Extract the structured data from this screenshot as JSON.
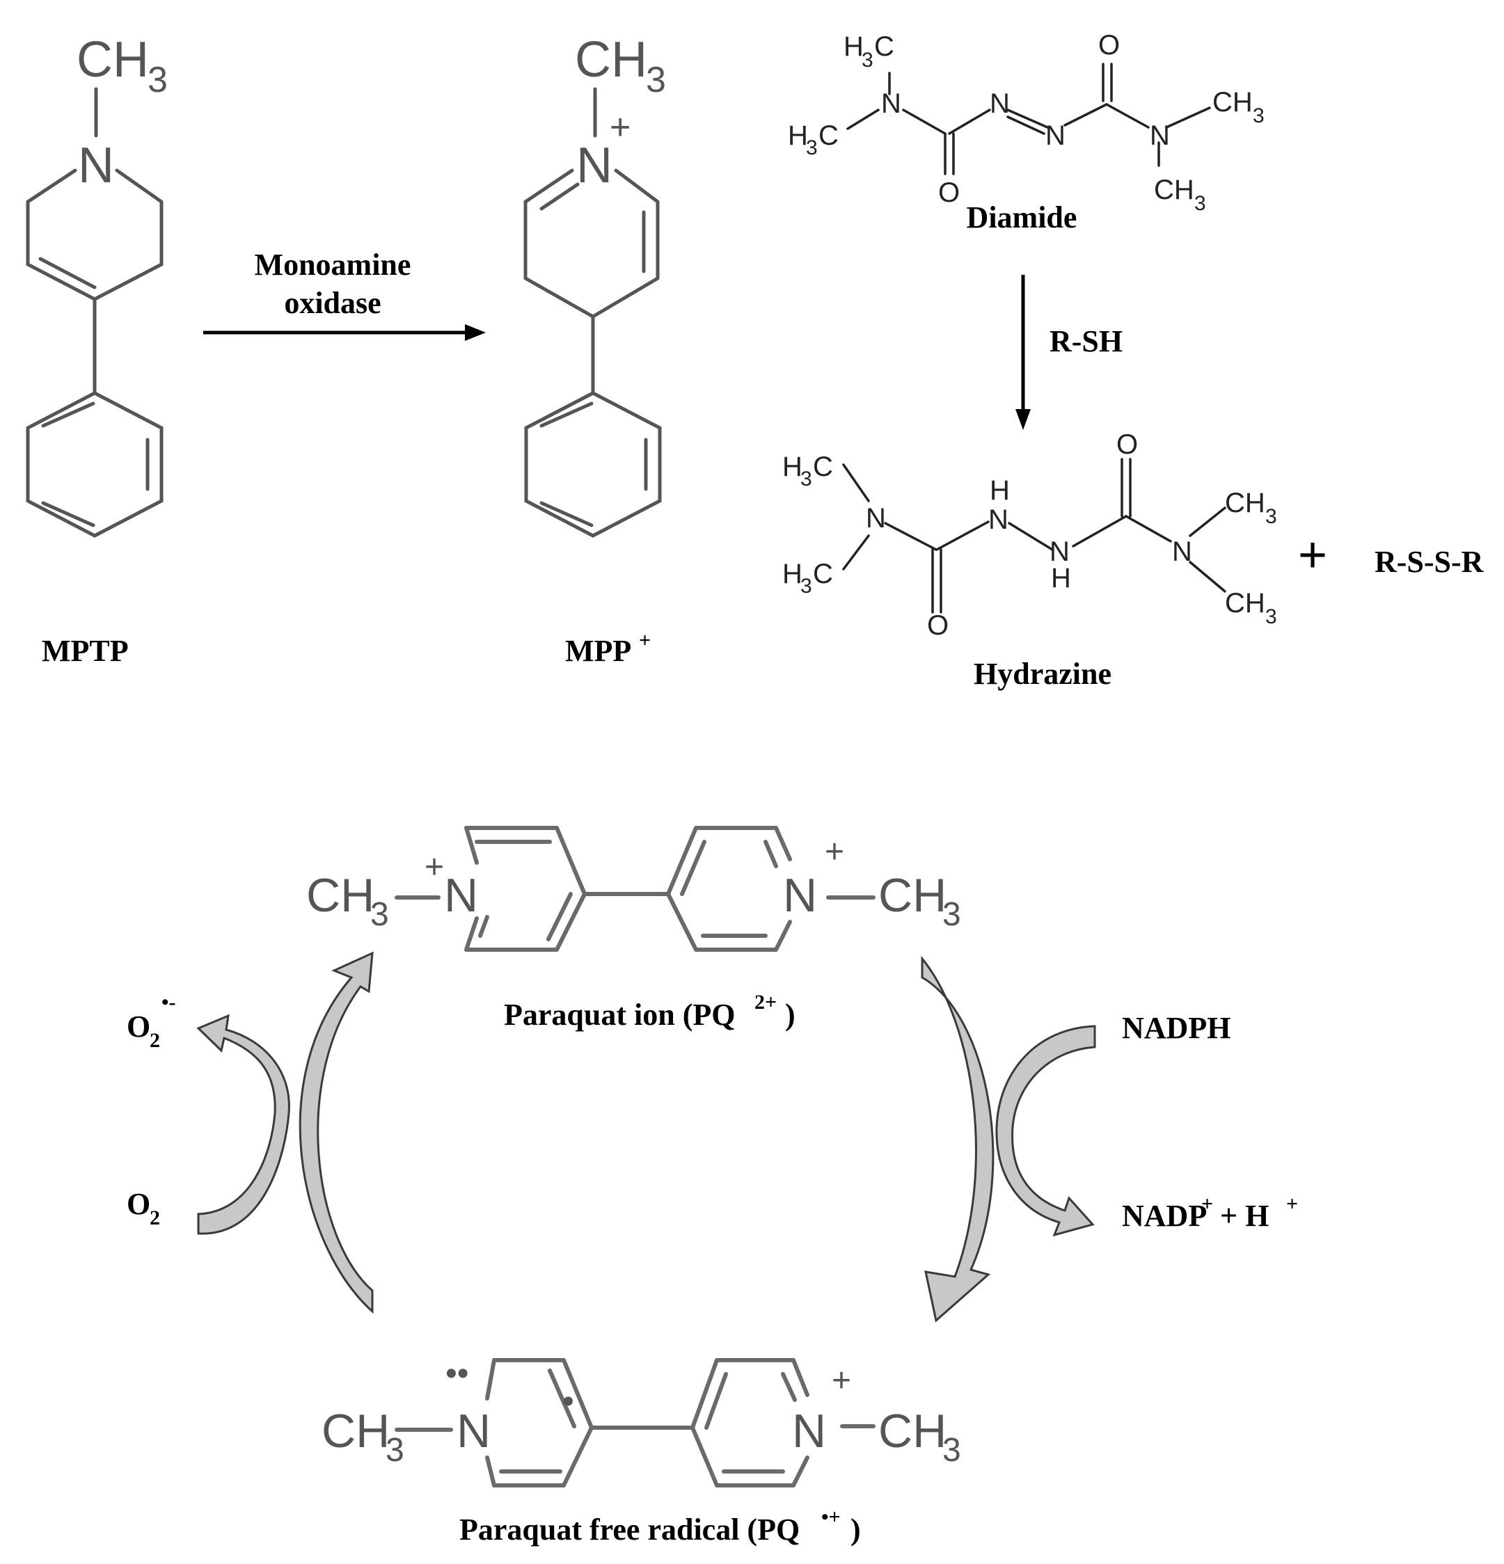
{
  "reaction1": {
    "reactant_label": "MPTP",
    "product_label": "MPP",
    "product_charge": "+",
    "enzyme_line1": "Monoamine",
    "enzyme_line2": "oxidase",
    "atoms": {
      "ch": "CH",
      "three": "3",
      "n": "N",
      "plus": "+"
    }
  },
  "reaction2": {
    "reactant_label": "Diamide",
    "reagent": "R-SH",
    "product_label": "Hydrazine",
    "plus_sign": "+",
    "byproduct": "R-S-S-R",
    "atoms": {
      "h": "H",
      "c": "C",
      "n": "N",
      "o": "O",
      "three": "3",
      "ch": "CH"
    }
  },
  "paraquat_cycle": {
    "ion_label": "Paraquat ion (PQ",
    "ion_charge": "2+",
    "ion_close": ")",
    "radical_label": "Paraquat free radical (PQ",
    "radical_charge": "•+",
    "radical_close": ")",
    "superoxide": "O",
    "superoxide_sub": "2",
    "superoxide_charge": "•-",
    "oxygen": "O",
    "oxygen_sub": "2",
    "nadph": "NADPH",
    "nadp": "NADP",
    "nadp_charge": "+",
    "nadp_plus_h": " + H",
    "h_charge": "+",
    "atoms": {
      "ch": "CH",
      "three": "3",
      "n": "N",
      "plus": "+",
      "lone_pair": "••",
      "radical_dot": "•"
    }
  }
}
